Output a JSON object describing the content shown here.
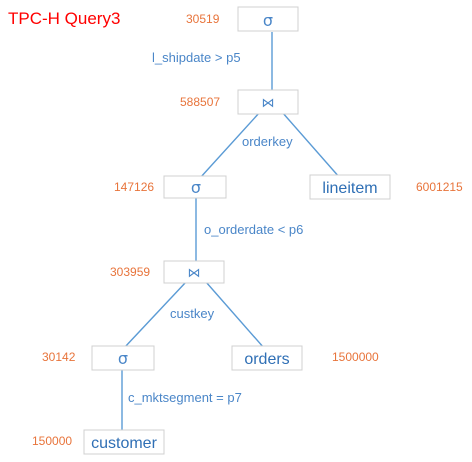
{
  "title": "TPC-H  Query3",
  "nodes": {
    "sigma_top": {
      "symbol": "σ",
      "count": "30519"
    },
    "join_top": {
      "symbol": "⋈",
      "count": "588507"
    },
    "sigma_mid": {
      "symbol": "σ",
      "count": "147126"
    },
    "lineitem": {
      "label": "lineitem",
      "count": "6001215"
    },
    "join_bottom": {
      "symbol": "⋈",
      "count": "303959"
    },
    "sigma_bottom": {
      "symbol": "σ",
      "count": "30142"
    },
    "orders": {
      "label": "orders",
      "count": "1500000"
    },
    "customer": {
      "label": "customer",
      "count": "150000"
    }
  },
  "predicates": {
    "shipdate": "l_shipdate > p5",
    "orderkey": "orderkey",
    "orderdate": "o_orderdate < p6",
    "custkey": "custkey",
    "mktsegment": "c_mktsegment = p7"
  },
  "colors": {
    "title": "#ff0000",
    "count": "#e8743b",
    "node": "#4a86c8",
    "edge": "#5b9bd5"
  }
}
